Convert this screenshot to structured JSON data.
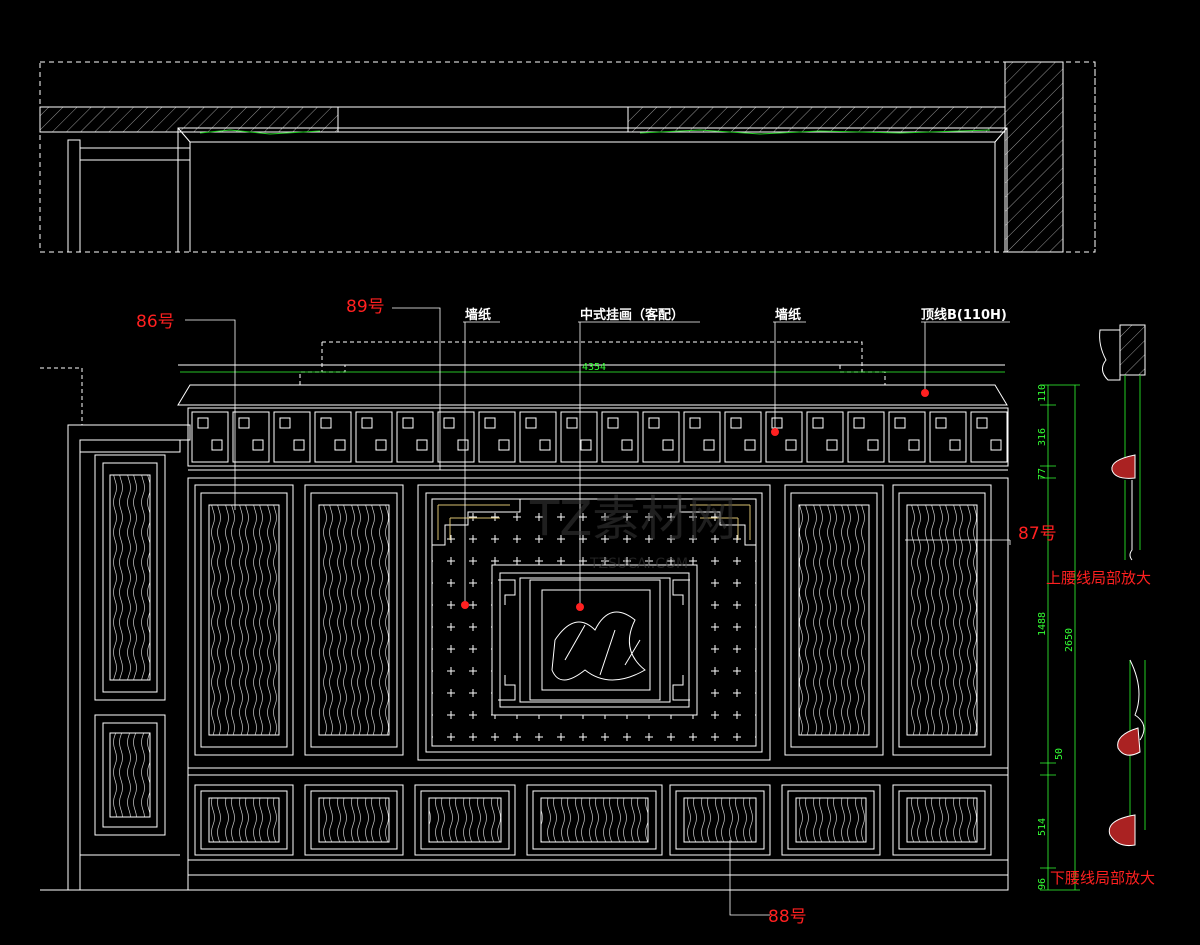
{
  "labels": {
    "n86": "86号",
    "n89": "89号",
    "n87": "87号",
    "n88": "88号",
    "wallpaper_left": "墙纸",
    "painting": "中式挂画（客配）",
    "wallpaper_right": "墙纸",
    "cornice": "顶线B(110H)",
    "upper_waist_detail": "上腰线局部放大",
    "lower_waist_detail": "下腰线局部放大"
  },
  "dimensions": {
    "total_width": "4354",
    "d110": "110",
    "d316": "316",
    "d77": "77",
    "d1488": "1488",
    "d2650": "2650",
    "d50": "50",
    "d514": "514",
    "d96": "96"
  },
  "watermark": {
    "brand": "TZ素材网",
    "url": "TZSUCAI.COM"
  },
  "colors": {
    "background": "#000000",
    "linework": "#ffffff",
    "leader_red": "#ff2020",
    "dimension_green": "#33ff33",
    "detail_green": "#22cc22"
  }
}
